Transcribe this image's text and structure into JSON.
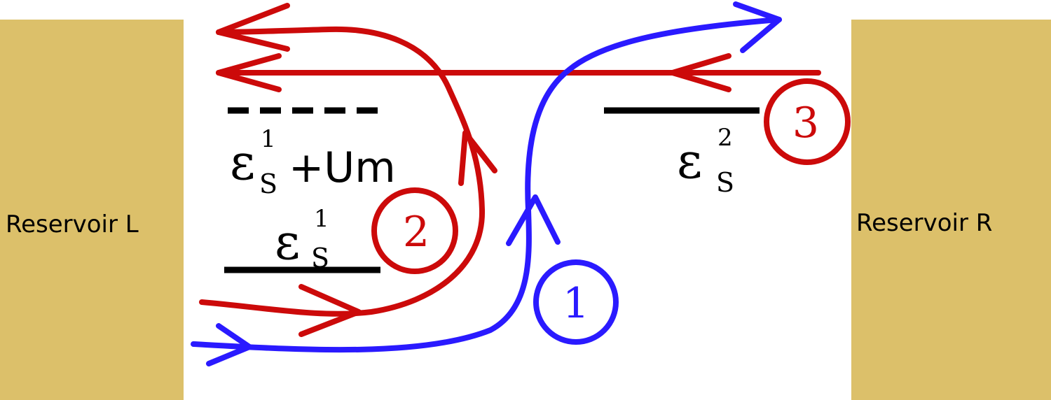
{
  "reservoirs": {
    "left_label": "Reservoir L",
    "right_label": "Reservoir R",
    "color": "#dcc06a"
  },
  "levels": {
    "eps_symbol": "ε",
    "eps_sub": "S",
    "level1_sup": "1",
    "level1_shift_sup": "1",
    "level1_shift_suffix": "+Um",
    "level2_sup": "2"
  },
  "markers": {
    "m1": "1",
    "m2": "2",
    "m3": "3"
  },
  "colors": {
    "blue_path": "#2a1aff",
    "red_path": "#cc0a0a",
    "level_line": "#000000"
  }
}
